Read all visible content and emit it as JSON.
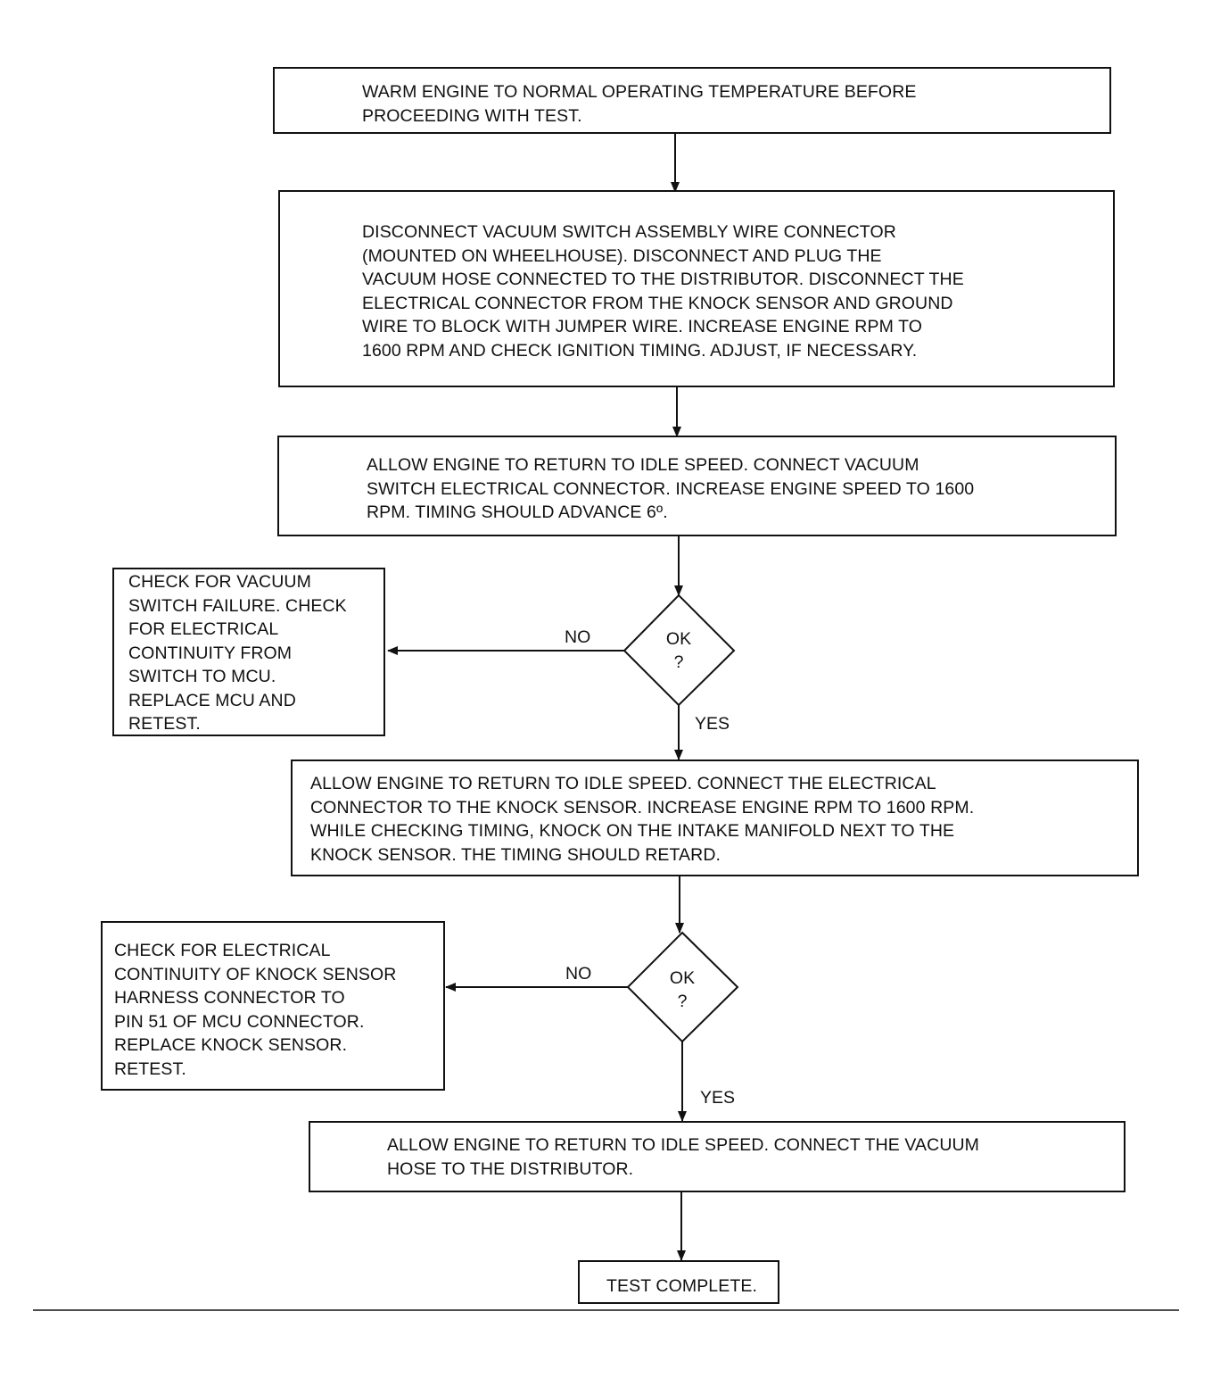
{
  "steps": {
    "warm": [
      "WARM ENGINE TO NORMAL OPERATING TEMPERATURE BEFORE",
      "PROCEEDING WITH TEST."
    ],
    "disconnect": [
      "DISCONNECT VACUUM SWITCH ASSEMBLY WIRE CONNECTOR",
      "(MOUNTED ON WHEELHOUSE). DISCONNECT AND PLUG THE",
      "VACUUM HOSE CONNECTED TO THE DISTRIBUTOR. DISCONNECT THE",
      "ELECTRICAL CONNECTOR FROM THE KNOCK SENSOR AND GROUND",
      "WIRE TO BLOCK WITH JUMPER WIRE. INCREASE ENGINE RPM TO",
      "1600 RPM AND CHECK IGNITION TIMING. ADJUST, IF NECESSARY."
    ],
    "advance": [
      "ALLOW ENGINE TO RETURN TO IDLE SPEED. CONNECT VACUUM",
      "SWITCH ELECTRICAL CONNECTOR. INCREASE ENGINE SPEED TO 1600",
      "RPM. TIMING SHOULD ADVANCE 6º."
    ],
    "vacuum_fail": [
      "CHECK FOR VACUUM",
      "SWITCH FAILURE. CHECK",
      "FOR ELECTRICAL",
      "CONTINUITY FROM",
      "SWITCH TO MCU.",
      "REPLACE MCU AND",
      "RETEST."
    ],
    "knock_test": [
      "ALLOW ENGINE TO RETURN TO IDLE SPEED. CONNECT THE ELECTRICAL",
      "CONNECTOR TO THE KNOCK SENSOR. INCREASE ENGINE RPM TO 1600 RPM.",
      "WHILE CHECKING TIMING, KNOCK ON THE INTAKE MANIFOLD NEXT TO THE",
      "KNOCK SENSOR. THE TIMING SHOULD RETARD."
    ],
    "knock_fail": [
      "CHECK FOR ELECTRICAL",
      "CONTINUITY OF KNOCK SENSOR",
      "HARNESS CONNECTOR TO",
      "PIN 51 OF MCU CONNECTOR.",
      "REPLACE KNOCK SENSOR.",
      "RETEST."
    ],
    "reconnect": [
      "ALLOW ENGINE TO RETURN TO IDLE SPEED. CONNECT THE VACUUM",
      "HOSE TO THE DISTRIBUTOR."
    ],
    "complete": [
      "TEST COMPLETE."
    ]
  },
  "decisions": {
    "d1": {
      "line1": "OK",
      "line2": "?",
      "no": "NO",
      "yes": "YES"
    },
    "d2": {
      "line1": "OK",
      "line2": "?",
      "no": "NO",
      "yes": "YES"
    }
  }
}
